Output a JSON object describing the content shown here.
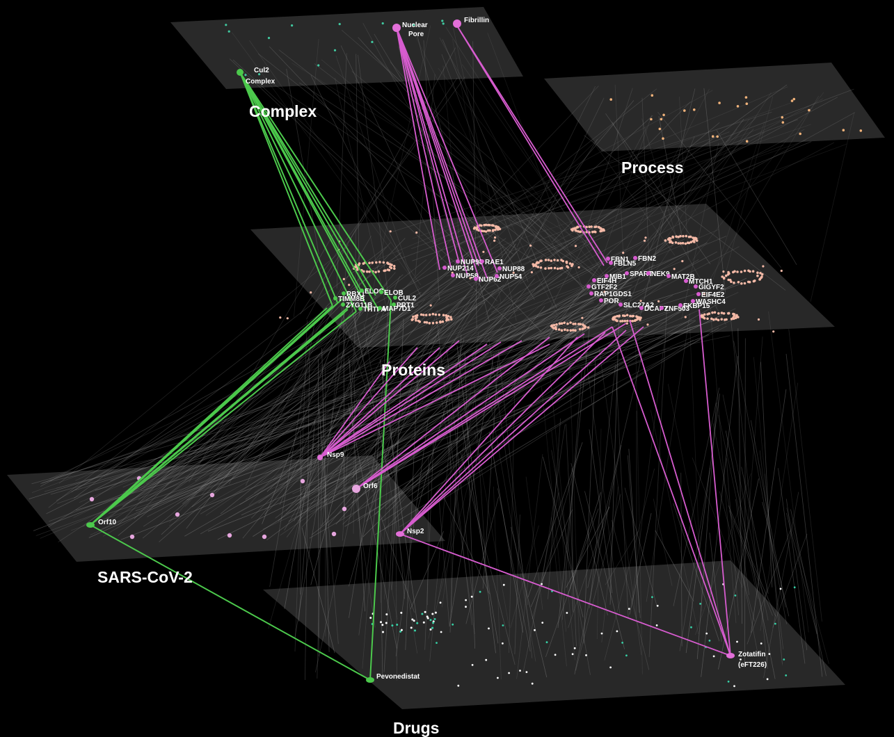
{
  "colors": {
    "background": "#000000",
    "plane": "#2b2b2b",
    "green_path": "#4cc94c",
    "pink_path": "#d75ccf",
    "gray_edge": "#9a9a9a",
    "protein_node": "#f4b9a6",
    "process_node": "#f0b27a",
    "complex_node": "#40c9a0",
    "virus_node": "#e6a6de",
    "drug_node": "#ffffff",
    "drug_node_alt": "#36d1a6",
    "label": "#ffffff"
  },
  "layers": {
    "complex": "Complex",
    "process": "Process",
    "proteins": "Proteins",
    "sars": "SARS-CoV-2",
    "drugs": "Drugs"
  },
  "nodes": {
    "cul2_complex": [
      "Cul2",
      "Complex"
    ],
    "nuclear_pore": [
      "Nuclear",
      "Pore"
    ],
    "fibrillin": "Fibrillin",
    "nsp9": "Nsp9",
    "orf6": "Orf6",
    "orf10": "Orf10",
    "nsp2": "Nsp2",
    "pevonedistat": "Pevonedistat",
    "zotatifin": [
      "Zotatifin",
      "(eFT226)"
    ]
  },
  "protein_labels": {
    "cul2_group": [
      "RBX1",
      "ELOC",
      "ELOB",
      "TIMM8B",
      "CUL2",
      "ZYG11B",
      "PRT1",
      "THTPA",
      "MAP7D1"
    ],
    "nup_group": [
      "NUP98",
      "RAE1",
      "NUP214",
      "NUP88",
      "NUP58",
      "NUP62",
      "NUP54"
    ],
    "fbn_group": [
      "FBN1",
      "FBN2",
      "FBLN5",
      "MIB1",
      "SPART",
      "NEK9",
      "MAT2B",
      "EIF4H",
      "MTCH1",
      "GIGYF2",
      "GTF2F2",
      "RAP1GDS1",
      "EIF4E2",
      "POR",
      "WASHC4",
      "SLC27A2",
      "DCAF7",
      "ZNF503",
      "FKBP15"
    ]
  }
}
